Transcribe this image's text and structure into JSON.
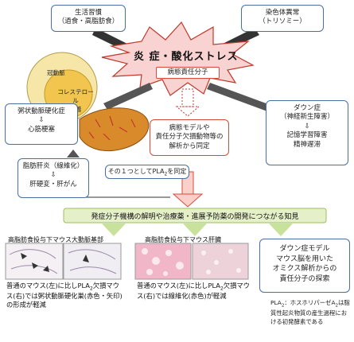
{
  "center": {
    "title": "炎 症・酸化ストレス",
    "pathogenic_molecule": "病態責任分子"
  },
  "top_left_box": "生活習慣\n（過食・高脂肪食）",
  "top_right_box": "染色体異常\n（トリソミー）",
  "artery_labels": {
    "outer": "冠動脈",
    "inner": "コレステロール\n沈着"
  },
  "left_box_1": {
    "top": "粥状動脈硬化症",
    "arrow": "⇩",
    "bottom": "心筋梗塞"
  },
  "left_box_2": {
    "top": "脂肪肝炎（線維化）",
    "arrow": "⇩",
    "bottom": "肝硬変・肝がん"
  },
  "right_box": {
    "top": "ダウン症\n（神経新生障害）",
    "arrow": "⇩",
    "bottom": "記憶学習障害\n精神遅滞"
  },
  "model_box": "病態モデルや\n責任分子欠損動物等の\n解析から同定",
  "pla2_box": "その１つとしてPLA",
  "pla2_box_suffix": "を同定",
  "pla2_sub": "2",
  "banner": "発症分子機構の解明や治療薬・進展予防薬の開発につながる知見",
  "panels": {
    "left": {
      "title": "高脂肪食投与下マウス大動脈基部",
      "caption": "普通のマウス(左)に比しPLA\n欠損マウス(右)では粥状動脈硬化巣(赤色・矢印)の形成が軽減",
      "caption_head": "普通のマウス(左)に比しPLA",
      "caption_sub": "2",
      "caption_tail": "欠損マウス(右)では粥状動脈硬化巣(赤色・矢印)の形成が軽減"
    },
    "middle": {
      "title": "高脂肪食投与下マウス肝臓",
      "caption_head": "普通のマウス(左)に比しPLA",
      "caption_sub": "2",
      "caption_tail": "欠損マウス(右)では線維化(赤色)が軽減"
    },
    "right": {
      "text": "ダウン症モデル\nマウス脳を用いた\nオミクス解析からの\n責任分子の探索"
    }
  },
  "footnote": {
    "head": "PLA",
    "sub": "2",
    "tail": "：ホスホリパーゼA",
    "sub2": "2",
    "rest": "は脂質性起炎物質の産生過程における初発酵素である"
  },
  "colors": {
    "arrow_red": "#d94a3a",
    "arrow_gray": "#999999",
    "banner_green": "#e6f0c8",
    "star_pink": "#f7c6c6"
  }
}
